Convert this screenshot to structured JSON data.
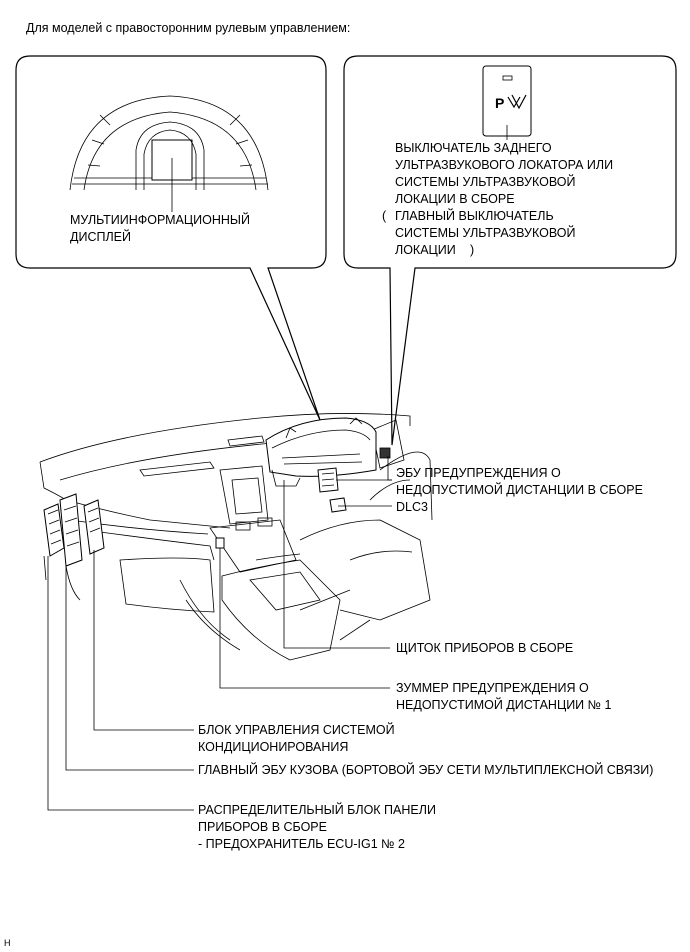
{
  "heading": "Для моделей с правосторонним рулевым управлением:",
  "callout_left": {
    "label_lines": [
      "МУЛЬТИИНФОРМАЦИОННЫЙ",
      "ДИСПЛЕЙ"
    ]
  },
  "callout_right": {
    "switch_glyph": "P",
    "label_lines": [
      "ВЫКЛЮЧАТЕЛЬ ЗАДНЕГО",
      "УЛЬТРАЗВУКОВОГО ЛОКАТОРА ИЛИ",
      "СИСТЕМЫ УЛЬТРАЗВУКОВОЙ",
      "ЛОКАЦИИ В СБОРЕ",
      "ГЛАВНЫЙ ВЫКЛЮЧАТЕЛЬ",
      "СИСТЕМЫ УЛЬТРАЗВУКОВОЙ",
      "ЛОКАЦИИ"
    ],
    "open_paren": "(",
    "close_paren": ")"
  },
  "labels": {
    "ecu_warning": [
      "ЭБУ ПРЕДУПРЕЖДЕНИЯ О",
      "НЕДОПУСТИМОЙ ДИСТАНЦИИ В СБОРЕ"
    ],
    "dlc3": "DLC3",
    "combination_meter": "ЩИТОК ПРИБОРОВ В СБОРЕ",
    "buzzer": [
      "ЗУММЕР ПРЕДУПРЕЖДЕНИЯ О",
      "НЕДОПУСТИМОЙ ДИСТАНЦИИ № 1"
    ],
    "ac_control": [
      "БЛОК УПРАВЛЕНИЯ СИСТЕМОЙ",
      "КОНДИЦИОНИРОВАНИЯ"
    ],
    "main_body_ecu": "ГЛАВНЫЙ ЭБУ КУЗОВА (БОРТОВОЙ ЭБУ СЕТИ МУЛЬТИПЛЕКСНОЙ СВЯЗИ)",
    "junction_block": [
      "РАСПРЕДЕЛИТЕЛЬНЫЙ БЛОК ПАНЕЛИ",
      "ПРИБОРОВ В СБОРЕ",
      "- ПРЕДОХРАНИТЕЛЬ ECU-IG1 № 2"
    ]
  },
  "corner_mark": "H"
}
